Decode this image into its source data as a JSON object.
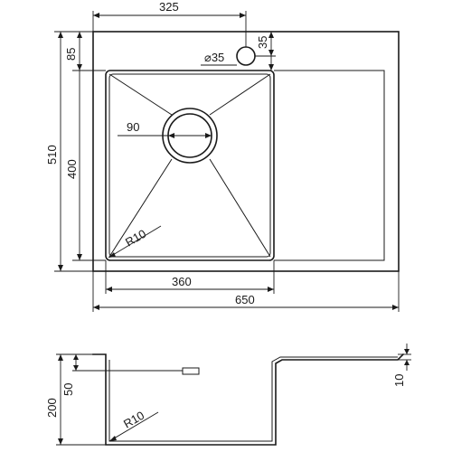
{
  "top_view": {
    "dim_top_width": "325",
    "dim_hole_diameter": "⌀35",
    "dim_hole_offset": "35",
    "dim_top_margin": "85",
    "dim_total_depth": "510",
    "dim_bowl_depth": "400",
    "dim_drain_diameter": "90",
    "dim_corner_radius": "R10",
    "dim_bowl_width": "360",
    "dim_total_width": "650"
  },
  "side_view": {
    "dim_height": "200",
    "dim_offset": "50",
    "dim_rim": "10",
    "dim_corner_radius": "R10"
  }
}
